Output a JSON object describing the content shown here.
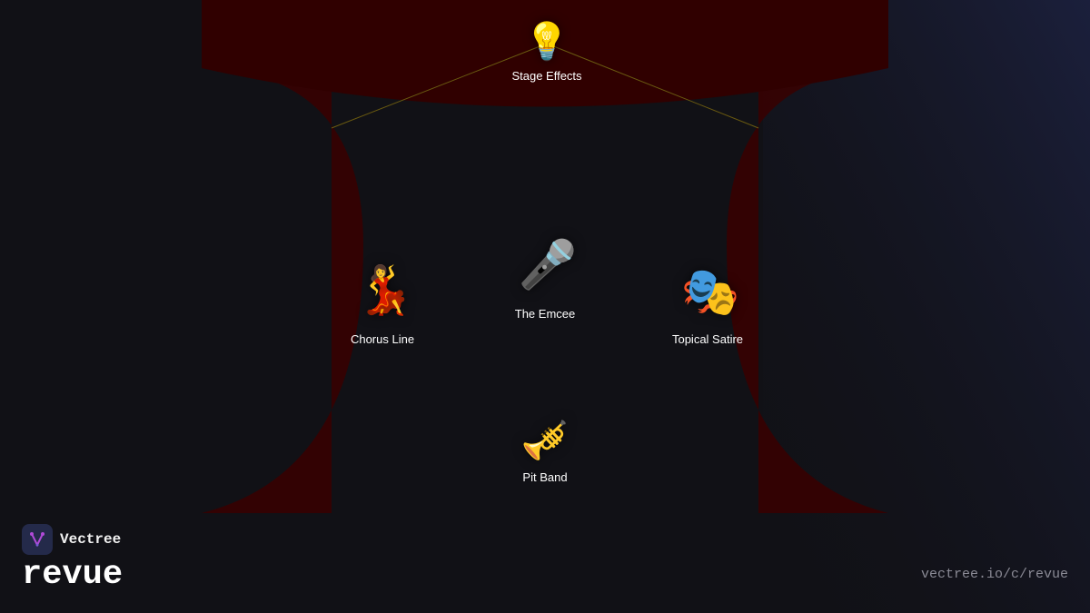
{
  "nodes": {
    "stage_effects": {
      "icon": "light-bulb-icon",
      "glyph": "💡",
      "label": "Stage Effects"
    },
    "emcee": {
      "icon": "microphone-icon",
      "glyph": "🎤",
      "label": "The Emcee"
    },
    "chorus_line": {
      "icon": "dancer-icon",
      "glyph": "💃",
      "label": "Chorus Line"
    },
    "topical_satire": {
      "icon": "theater-masks-icon",
      "glyph": "🎭",
      "label": "Topical Satire"
    },
    "pit_band": {
      "icon": "trumpet-icon",
      "glyph": "🎺",
      "label": "Pit Band"
    }
  },
  "brand": {
    "name": "Vectree",
    "collection": "revue"
  },
  "footer": {
    "url": "vectree.io/c/revue"
  },
  "colors": {
    "curtain": "#3a0000",
    "curtain_edge": "#4a0000",
    "background": "#111116",
    "spotlight_line": "#6a5a10",
    "logo_bg": "#242a4a",
    "logo_accent": "#b04ad8"
  }
}
